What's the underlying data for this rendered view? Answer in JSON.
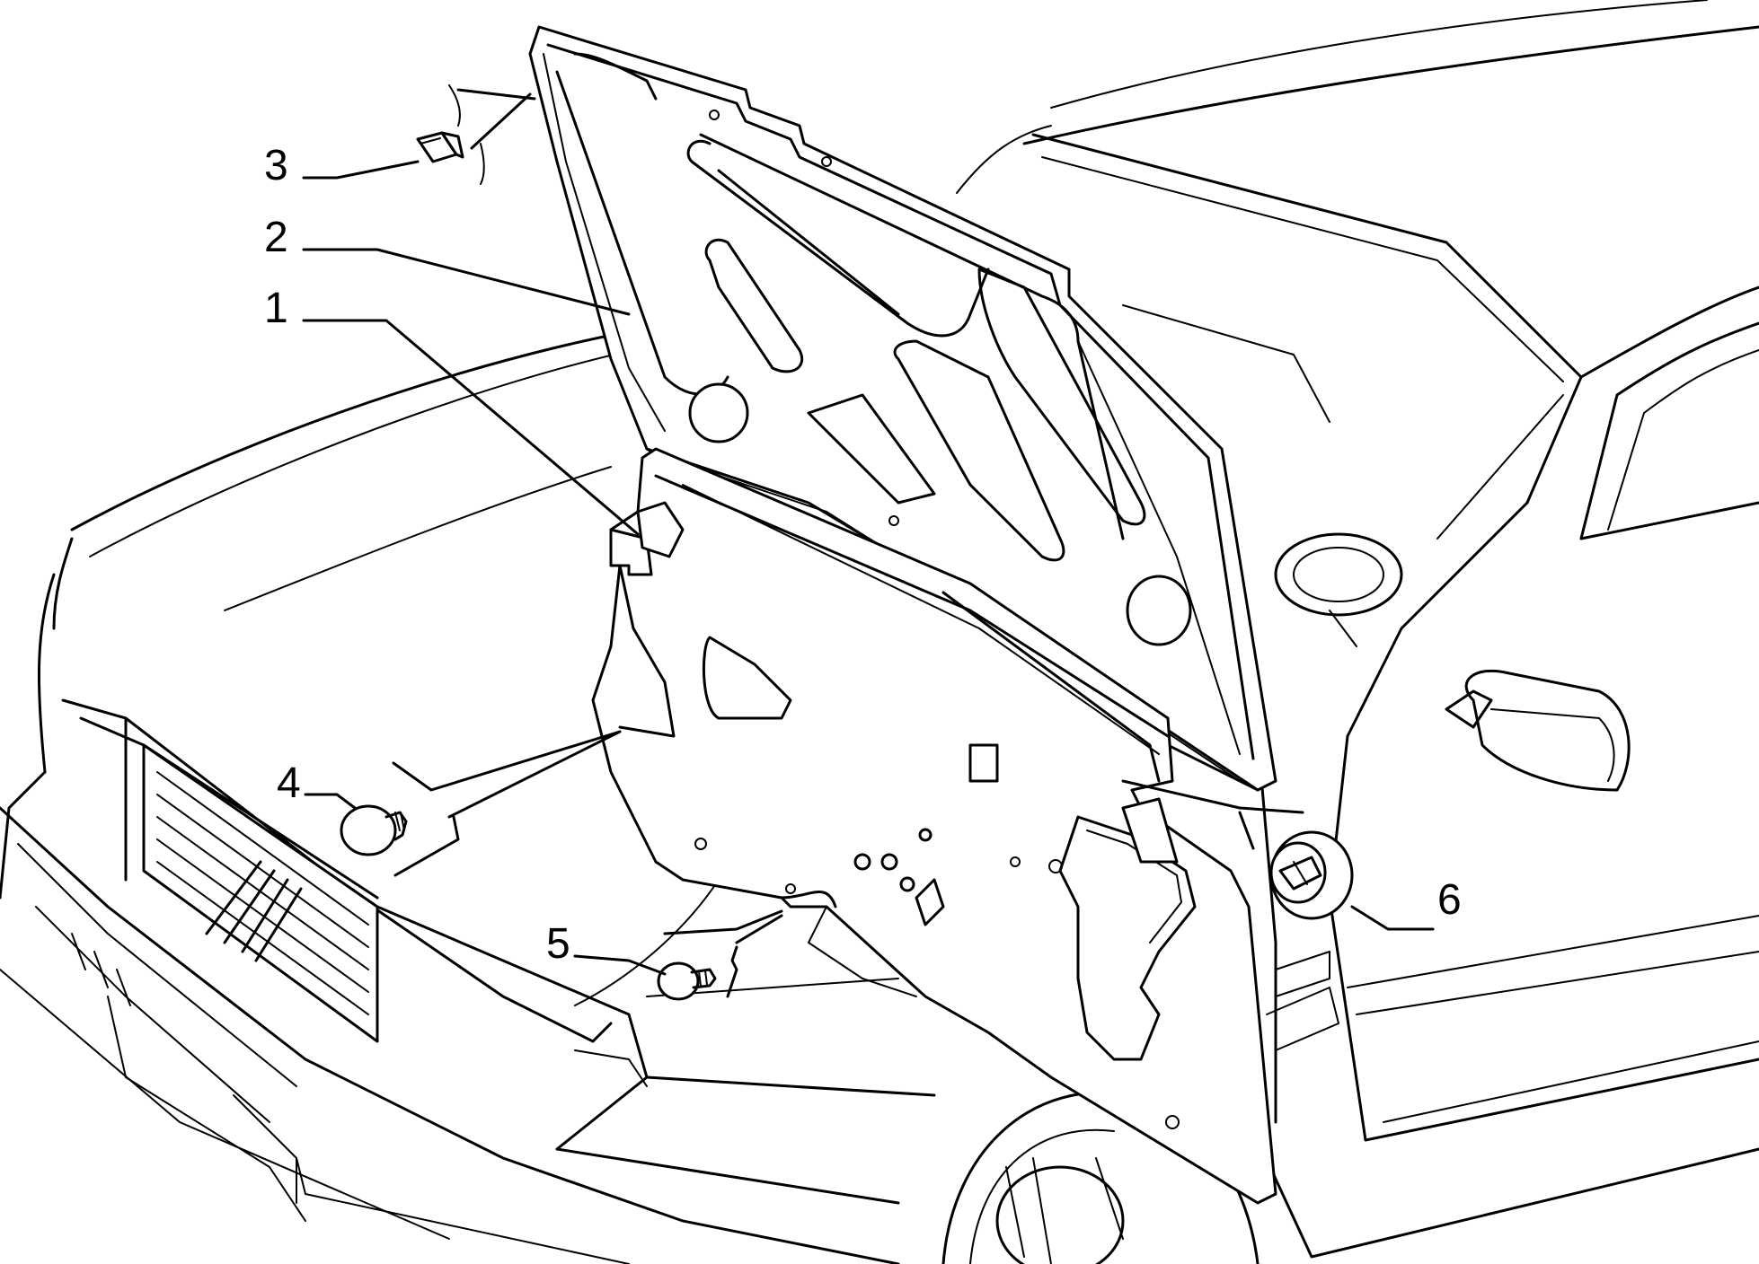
{
  "diagram": {
    "callouts": [
      {
        "id": "1",
        "label": "1"
      },
      {
        "id": "2",
        "label": "2"
      },
      {
        "id": "3",
        "label": "3"
      },
      {
        "id": "4",
        "label": "4"
      },
      {
        "id": "5",
        "label": "5"
      },
      {
        "id": "6",
        "label": "6"
      }
    ]
  }
}
